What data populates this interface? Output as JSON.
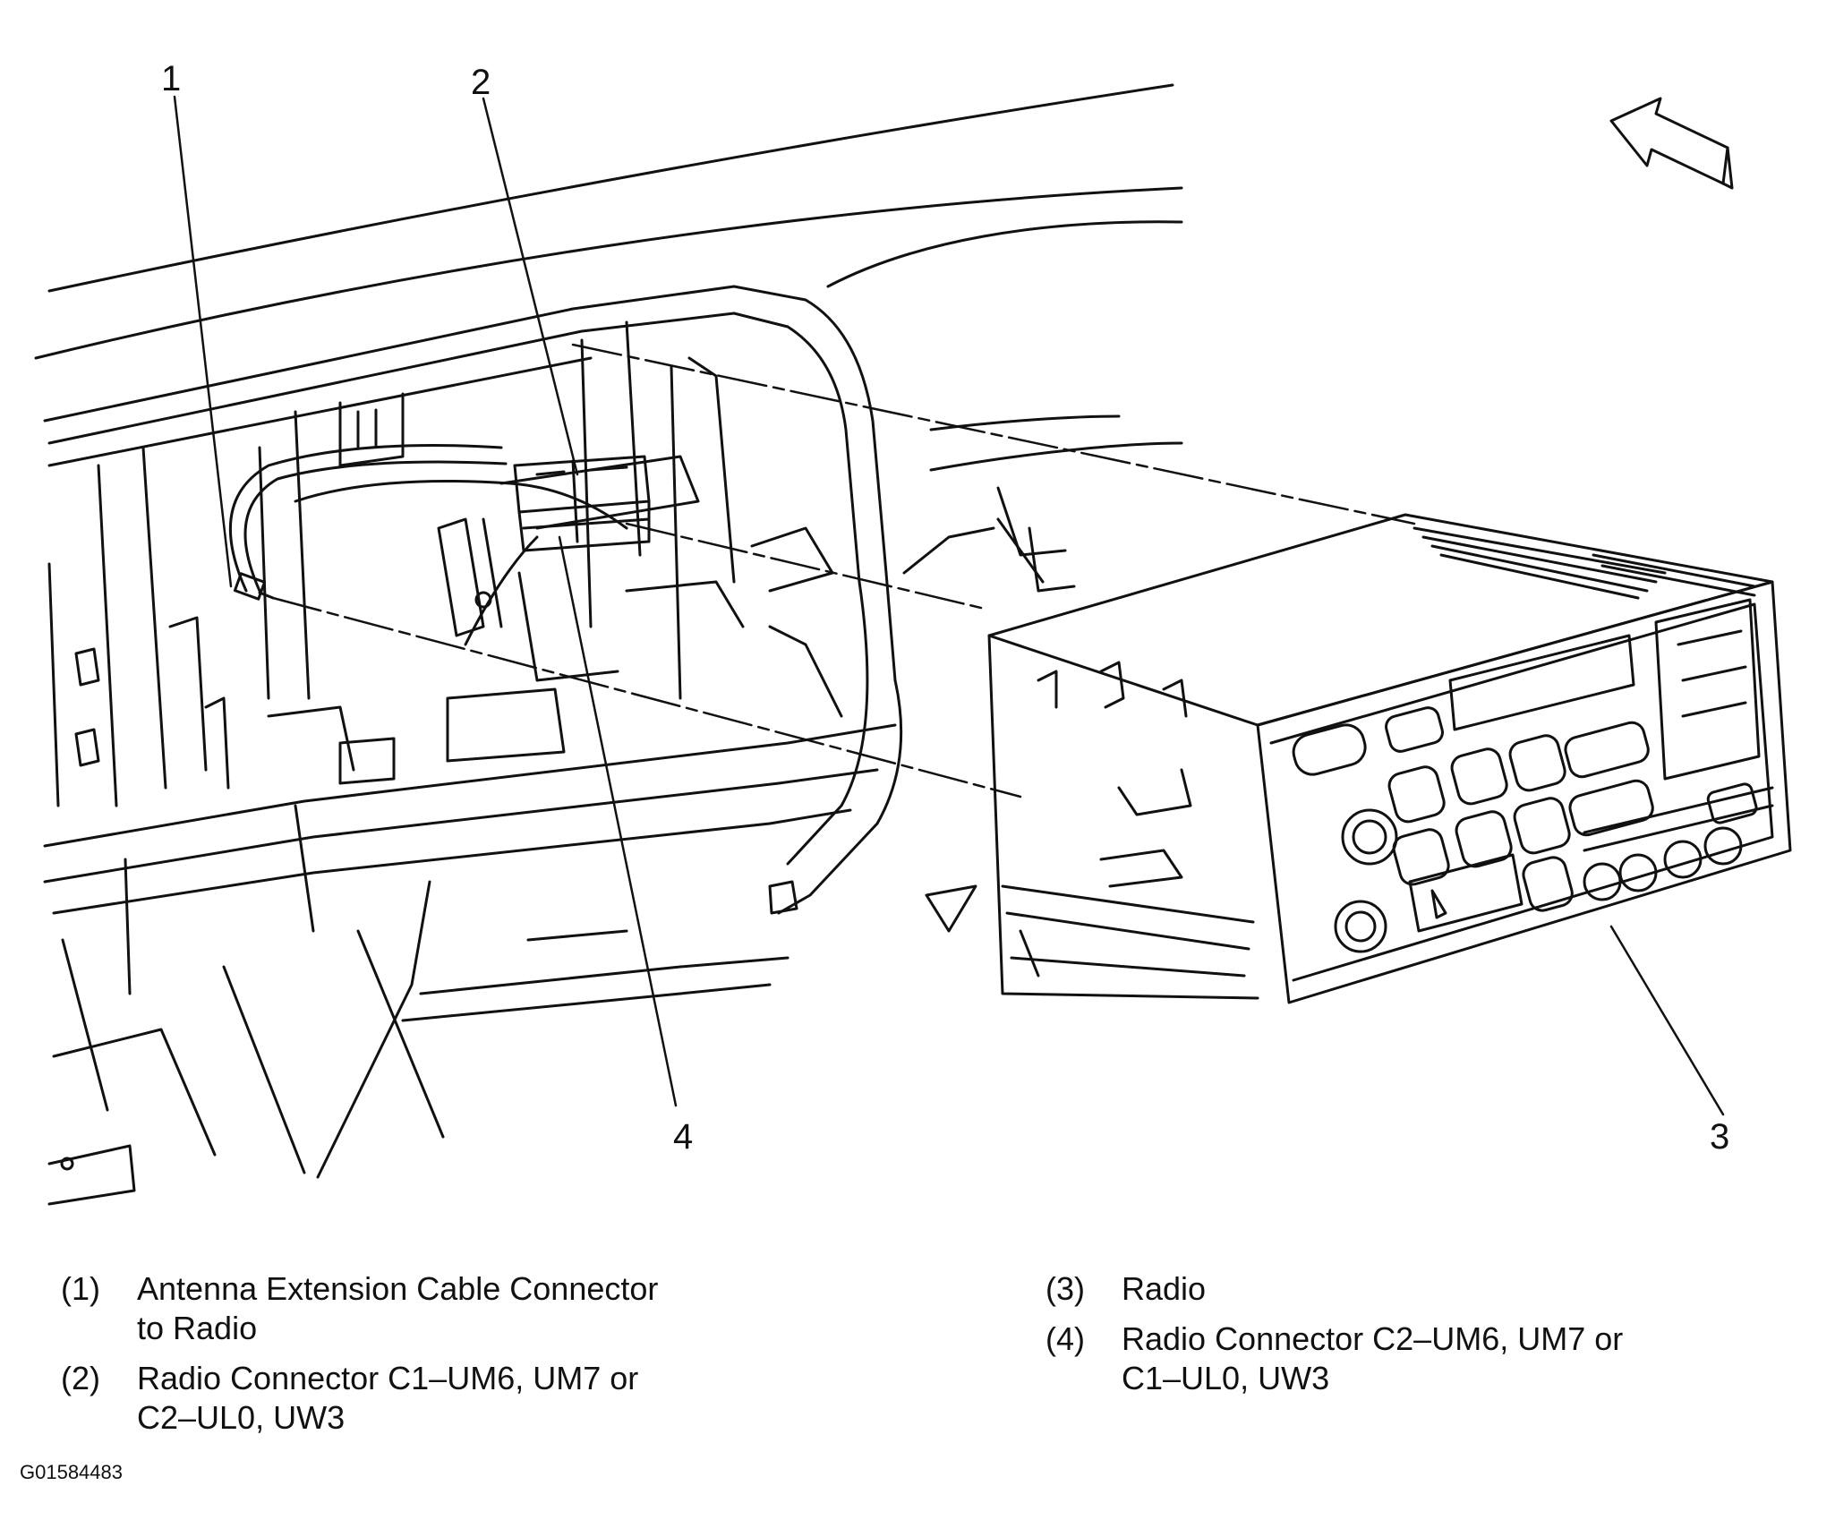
{
  "callouts": [
    {
      "number": "1"
    },
    {
      "number": "2"
    },
    {
      "number": "3"
    },
    {
      "number": "4"
    }
  ],
  "legend": [
    {
      "key": "(1)",
      "text": "Antenna Extension Cable Connector\nto Radio"
    },
    {
      "key": "(2)",
      "text": "Radio Connector C1–UM6, UM7 or\nC2–UL0, UW3"
    },
    {
      "key": "(3)",
      "text": "Radio"
    },
    {
      "key": "(4)",
      "text": "Radio Connector C2–UM6, UM7 or\nC1–UL0, UW3"
    }
  ],
  "figure_id": "G01584483"
}
